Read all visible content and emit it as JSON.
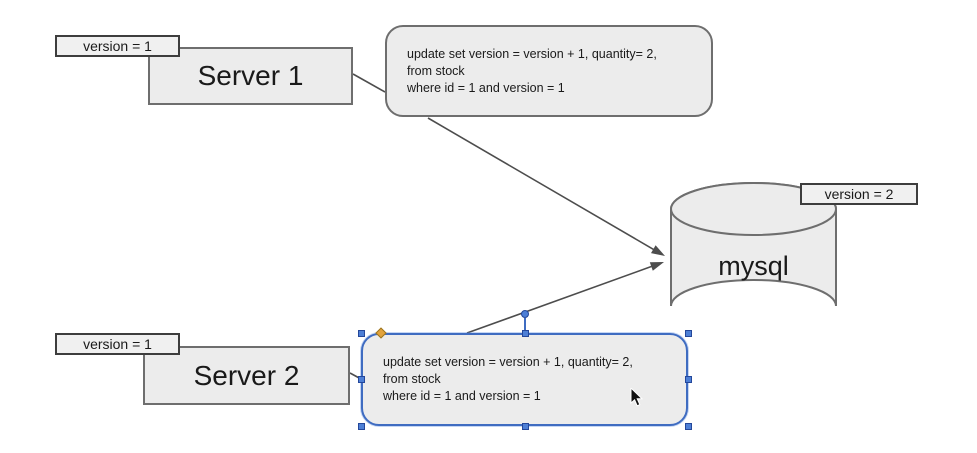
{
  "colors": {
    "canvas_bg": "#ffffff",
    "shape_fill": "#ececec",
    "shape_border": "#6e6e6e",
    "tag_fill": "#f0f0f0",
    "tag_border": "#3d3d3d",
    "connector": "#4d4d4d",
    "text": "#1a1a1a",
    "selection_blue": "#3f6cc1",
    "handle_fill": "#4d7fd6",
    "handle_orange": "#e2a33d"
  },
  "nodes": {
    "server1": {
      "label": "Server 1",
      "version_tag": "version = 1"
    },
    "server2": {
      "label": "Server 2",
      "version_tag": "version = 1"
    },
    "database": {
      "label": "mysql",
      "version_tag": "version = 2"
    },
    "query1": {
      "lines": [
        "update set version = version + 1, quantity= 2,",
        "from stock",
        "where id = 1 and version = 1"
      ]
    },
    "query2": {
      "selected": true,
      "lines": [
        "update set version = version + 1, quantity= 2,",
        "from stock",
        "where id = 1 and version = 1"
      ]
    }
  }
}
